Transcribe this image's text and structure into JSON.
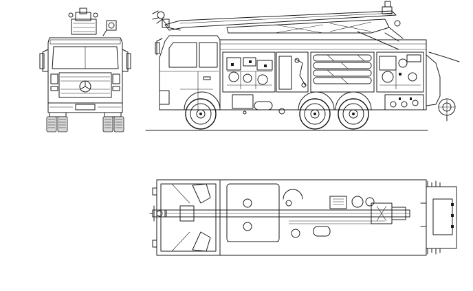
{
  "drawing": {
    "views": [
      {
        "id": "front",
        "name": "front-view"
      },
      {
        "id": "side",
        "name": "side-view"
      },
      {
        "id": "top",
        "name": "top-view"
      }
    ],
    "colors": {
      "line": "#1a1a1a",
      "paper": "#ffffff",
      "shade": "#d8d8d8"
    },
    "icons": [
      "mercedes-star-icon",
      "nozzle-icon"
    ]
  }
}
